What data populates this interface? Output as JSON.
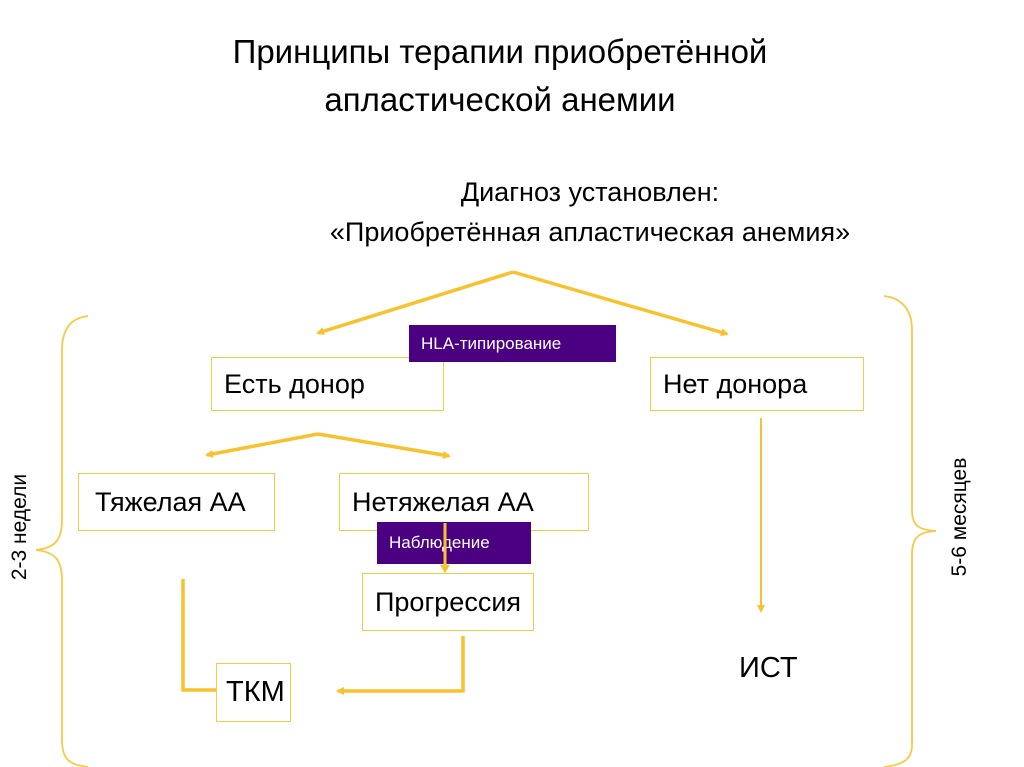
{
  "title": {
    "line1": "Принципы терапии приобретённой",
    "line2": "апластической анемии"
  },
  "diagnosis": {
    "line1": "Диагноз установлен:",
    "line2": "«Приобретённая апластическая анемия»"
  },
  "tags": {
    "hla": "HLA-типирование",
    "observation": "Наблюдение"
  },
  "boxes": {
    "has_donor": "Есть донор",
    "no_donor": "Нет донора",
    "severe": "Тяжелая АА",
    "nonsevere": "Нетяжелая АА",
    "progression": "Прогрессия",
    "bmt": "ТКМ"
  },
  "outcomes": {
    "ist": "ИСТ"
  },
  "timeframes": {
    "left": "2-3 недели",
    "right": "5-6 месяцев"
  },
  "colors": {
    "connector": "#f7c22e",
    "tag_background": "#4b0082",
    "box_border": "#f7c945"
  }
}
